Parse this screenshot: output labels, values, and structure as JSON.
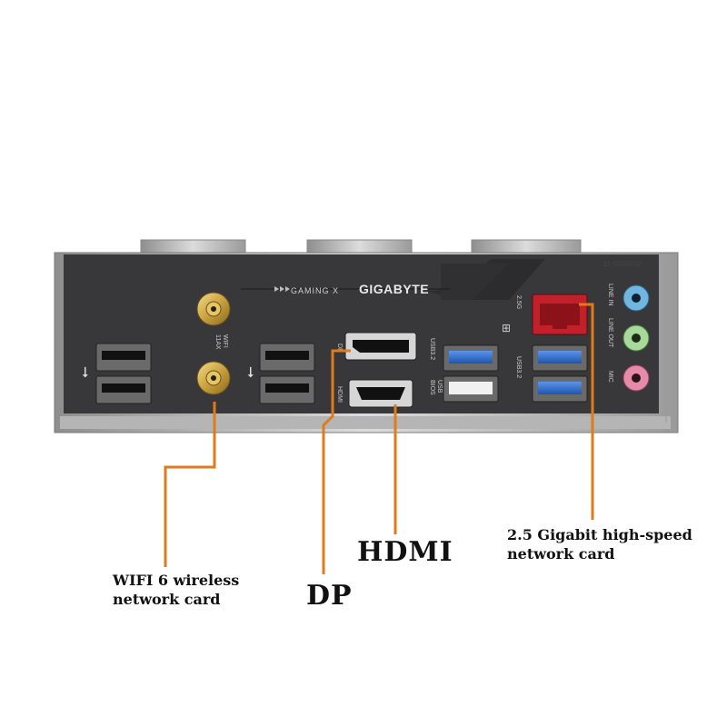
{
  "panel": {
    "series": "GAMING X",
    "brand": "GIGABYTE",
    "part_number": "11-G080-02",
    "labels": {
      "wifi": [
        "11AX",
        "WIFI"
      ],
      "dp": "DP",
      "hdmi": "HDMI",
      "usb32": "USB3.2",
      "bios_usb": [
        "BIOS",
        "USB"
      ],
      "lan": "2.5G",
      "usb32_right": "USB3.2",
      "line_in": "LINE IN",
      "line_out": "LINE OUT",
      "mic": "MIC"
    }
  },
  "callouts": {
    "wifi": [
      "WIFI 6 wireless",
      "network card"
    ],
    "dp": "DP",
    "hdmi": "HDMI",
    "lan": [
      "2.5 Gigabit high-speed",
      "network card"
    ]
  },
  "colors": {
    "panel": "#3a3a3c",
    "leader": "#e07a1a",
    "usb3": "#2f6fd0",
    "lan": "#c2202b",
    "line_in": "#6fb6e0",
    "line_out": "#a6d99a",
    "mic": "#e58aa8"
  }
}
